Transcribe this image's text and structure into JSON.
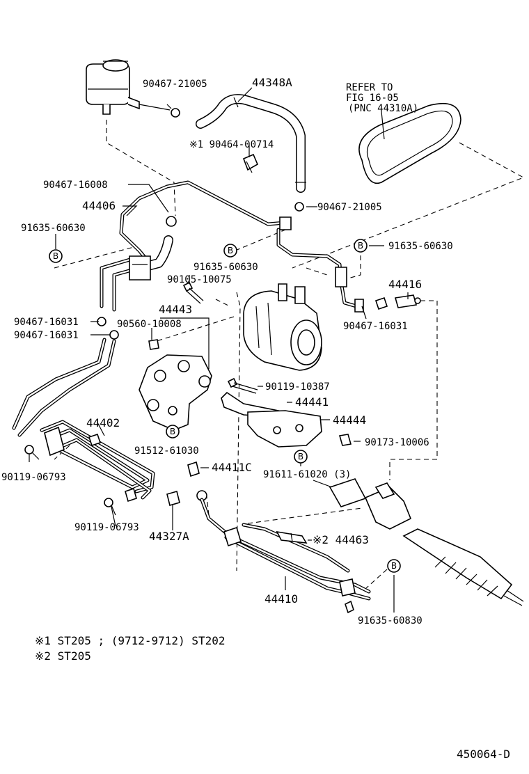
{
  "labels": {
    "p90467_21005_top": "90467-21005",
    "p44348A": "44348A",
    "refer_line1": "REFER TO",
    "refer_line2": "FIG 16-05",
    "refer_line3": "(PNC 44310A)",
    "p90464_00714": "※1 90464-00714",
    "p90467_16008": "90467-16008",
    "p44406": "44406",
    "p90467_21005_mid": "90467-21005",
    "p91635_60630_left": "91635-60630",
    "p91635_60630_right": "91635-60630",
    "p91635_60630_center": "91635-60630",
    "p90105_10075": "90105-10075",
    "p44416": "44416",
    "p44443": "44443",
    "p90467_16031_a": "90467-16031",
    "p90560_10008": "90560-10008",
    "p90467_16031_b": "90467-16031",
    "p90467_16031_right": "90467-16031",
    "p90119_10387": "90119-10387",
    "p44441": "44441",
    "p44444": "44444",
    "p44402": "44402",
    "p90173_10006": "90173-10006",
    "p91512_61030": "91512-61030",
    "p91611_61020": "91611-61020 (3)",
    "p90119_06793_left": "90119-06793",
    "p44411C": "44411C",
    "p90119_06793_bottom": "90119-06793",
    "p44327A": "44327A",
    "p44463": "※2 44463",
    "p44410": "44410",
    "p91635_60830": "91635-60830",
    "bubble_b": "B"
  },
  "notes": {
    "note1": "※1 ST205 ; (9712-9712) ST202",
    "note2": "※2 ST205"
  },
  "figure_code": "450064-D"
}
